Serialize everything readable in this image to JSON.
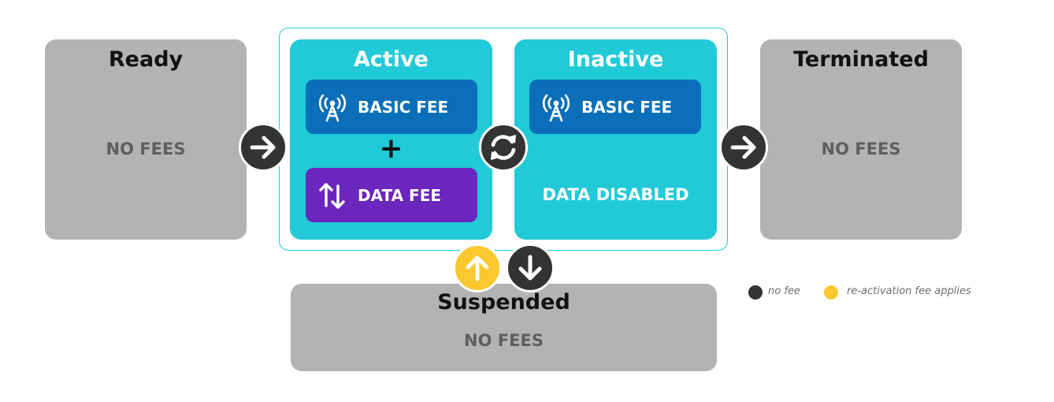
{
  "states": {
    "ready": {
      "title": "Ready",
      "note": "NO FEES"
    },
    "active": {
      "title": "Active",
      "basic_fee": "BASIC FEE",
      "plus": "+",
      "data_fee": "DATA FEE"
    },
    "inactive": {
      "title": "Inactive",
      "basic_fee": "BASIC FEE",
      "note": "DATA DISABLED"
    },
    "terminated": {
      "title": "Terminated",
      "note": "NO FEES"
    },
    "suspended": {
      "title": "Suspended",
      "note": "NO FEES"
    }
  },
  "legend": {
    "no_fee": {
      "label": "no fee",
      "color": "#333333"
    },
    "reactivation": {
      "label": "re-activation fee applies",
      "color": "#fcc82f"
    }
  },
  "colors": {
    "state_grey": "#b3b3b3",
    "state_teal": "#22cad8",
    "basic_fee": "#0a6fb8",
    "data_fee": "#6b26bd",
    "transition_dark": "#333333",
    "transition_yellow": "#fcc82f"
  },
  "icons": {
    "basic_fee": "cell-tower-icon",
    "data_fee": "up-down-arrows-icon",
    "forward": "arrow-right-icon",
    "toggle": "sync-icon",
    "suspend": "arrow-down-icon",
    "resume": "arrow-up-icon"
  }
}
